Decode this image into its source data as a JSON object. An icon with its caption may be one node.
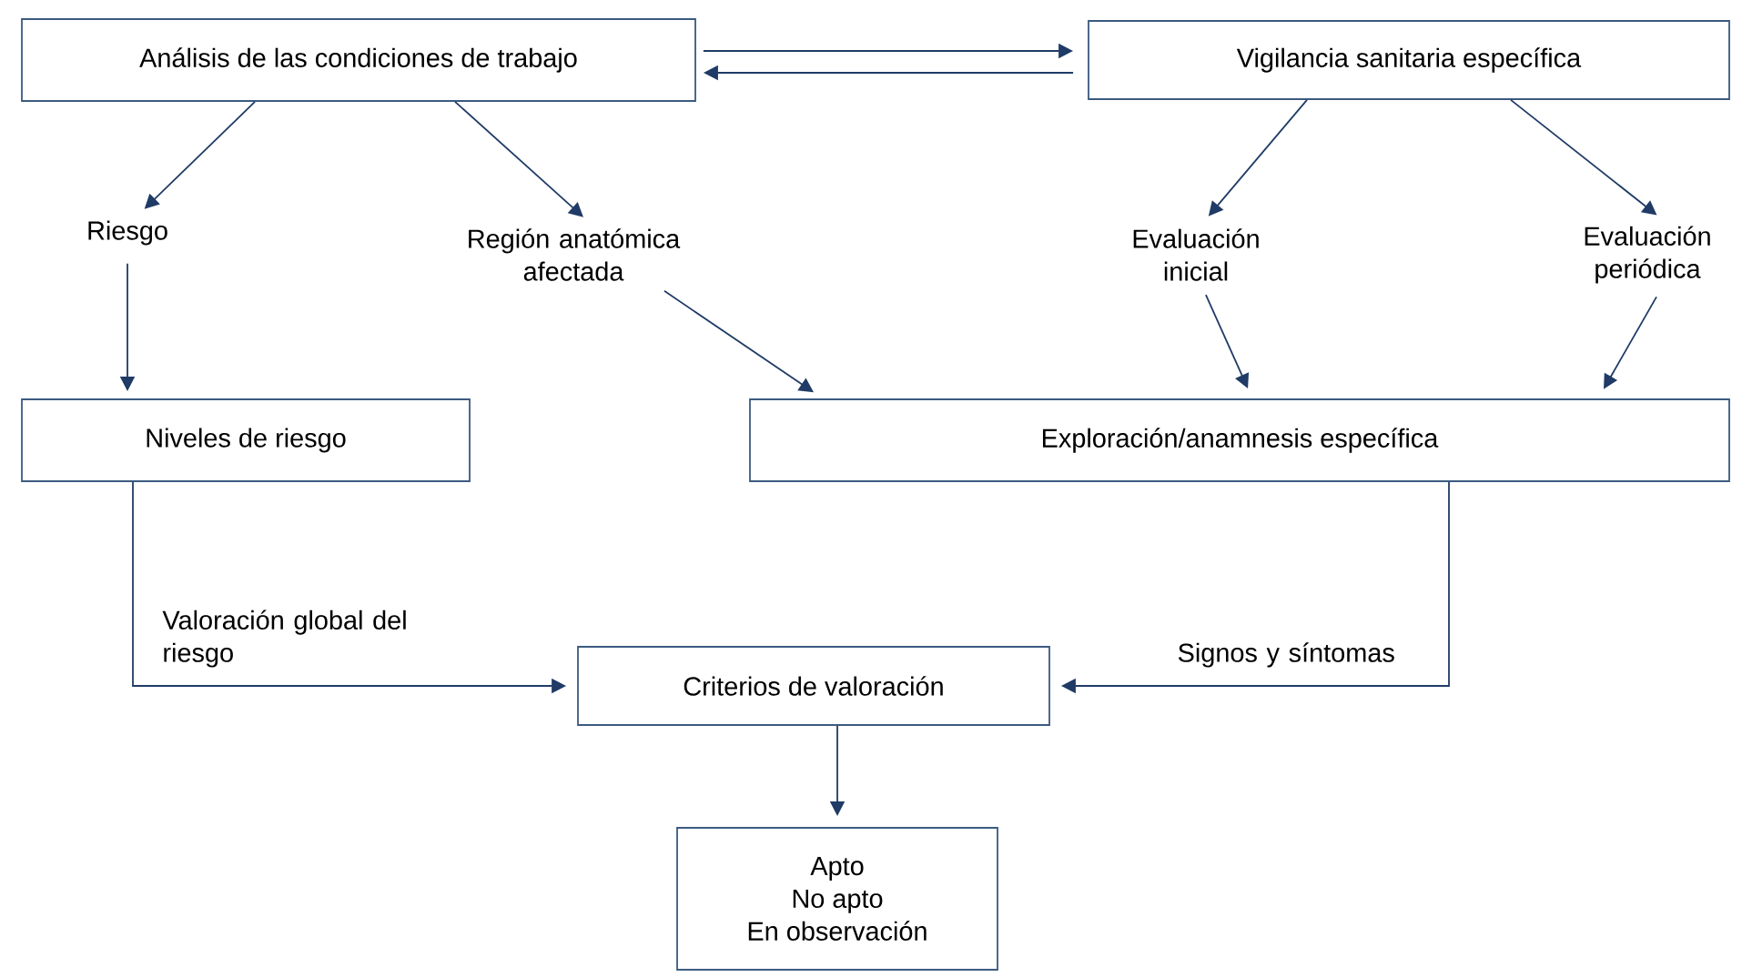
{
  "diagram": {
    "nodes": [
      {
        "text": [
          "Análisis de las condiciones de trabajo"
        ]
      },
      {
        "text": [
          "Vigilancia sanitaria específica"
        ]
      },
      {
        "text": [
          "Riesgo"
        ]
      },
      {
        "text": [
          "Región anatómica afectada"
        ]
      },
      {
        "text": [
          "Evaluación inicial"
        ]
      },
      {
        "text": [
          "Evaluación periódica"
        ]
      },
      {
        "text": [
          "Niveles de riesgo"
        ]
      },
      {
        "text": [
          "Exploración/anamnesis específica"
        ]
      },
      {
        "text": [
          "Criterios de valoración"
        ]
      },
      {
        "text": [
          "Apto",
          "No apto",
          "En observación"
        ]
      }
    ],
    "edges": [
      {
        "from": 0,
        "to": 1,
        "arrow": "to"
      },
      {
        "from": 1,
        "to": 0,
        "arrow": "to"
      },
      {
        "from": 0,
        "to": 2,
        "arrow": "to"
      },
      {
        "from": 0,
        "to": 3,
        "arrow": "to"
      },
      {
        "from": 1,
        "to": 4,
        "arrow": "to"
      },
      {
        "from": 1,
        "to": 5,
        "arrow": "to"
      },
      {
        "from": 2,
        "to": 6,
        "arrow": "to"
      },
      {
        "from": 3,
        "to": 7,
        "arrow": "to"
      },
      {
        "from": 4,
        "to": 7,
        "arrow": "to"
      },
      {
        "from": 5,
        "to": 7,
        "arrow": "to"
      },
      {
        "from": 6,
        "to": 8,
        "label": "Valoración global del riesgo",
        "arrow": "to"
      },
      {
        "from": 7,
        "to": 8,
        "label": "Signos y síntomas",
        "arrow": "to"
      },
      {
        "from": 8,
        "to": 9,
        "arrow": "to"
      }
    ]
  }
}
